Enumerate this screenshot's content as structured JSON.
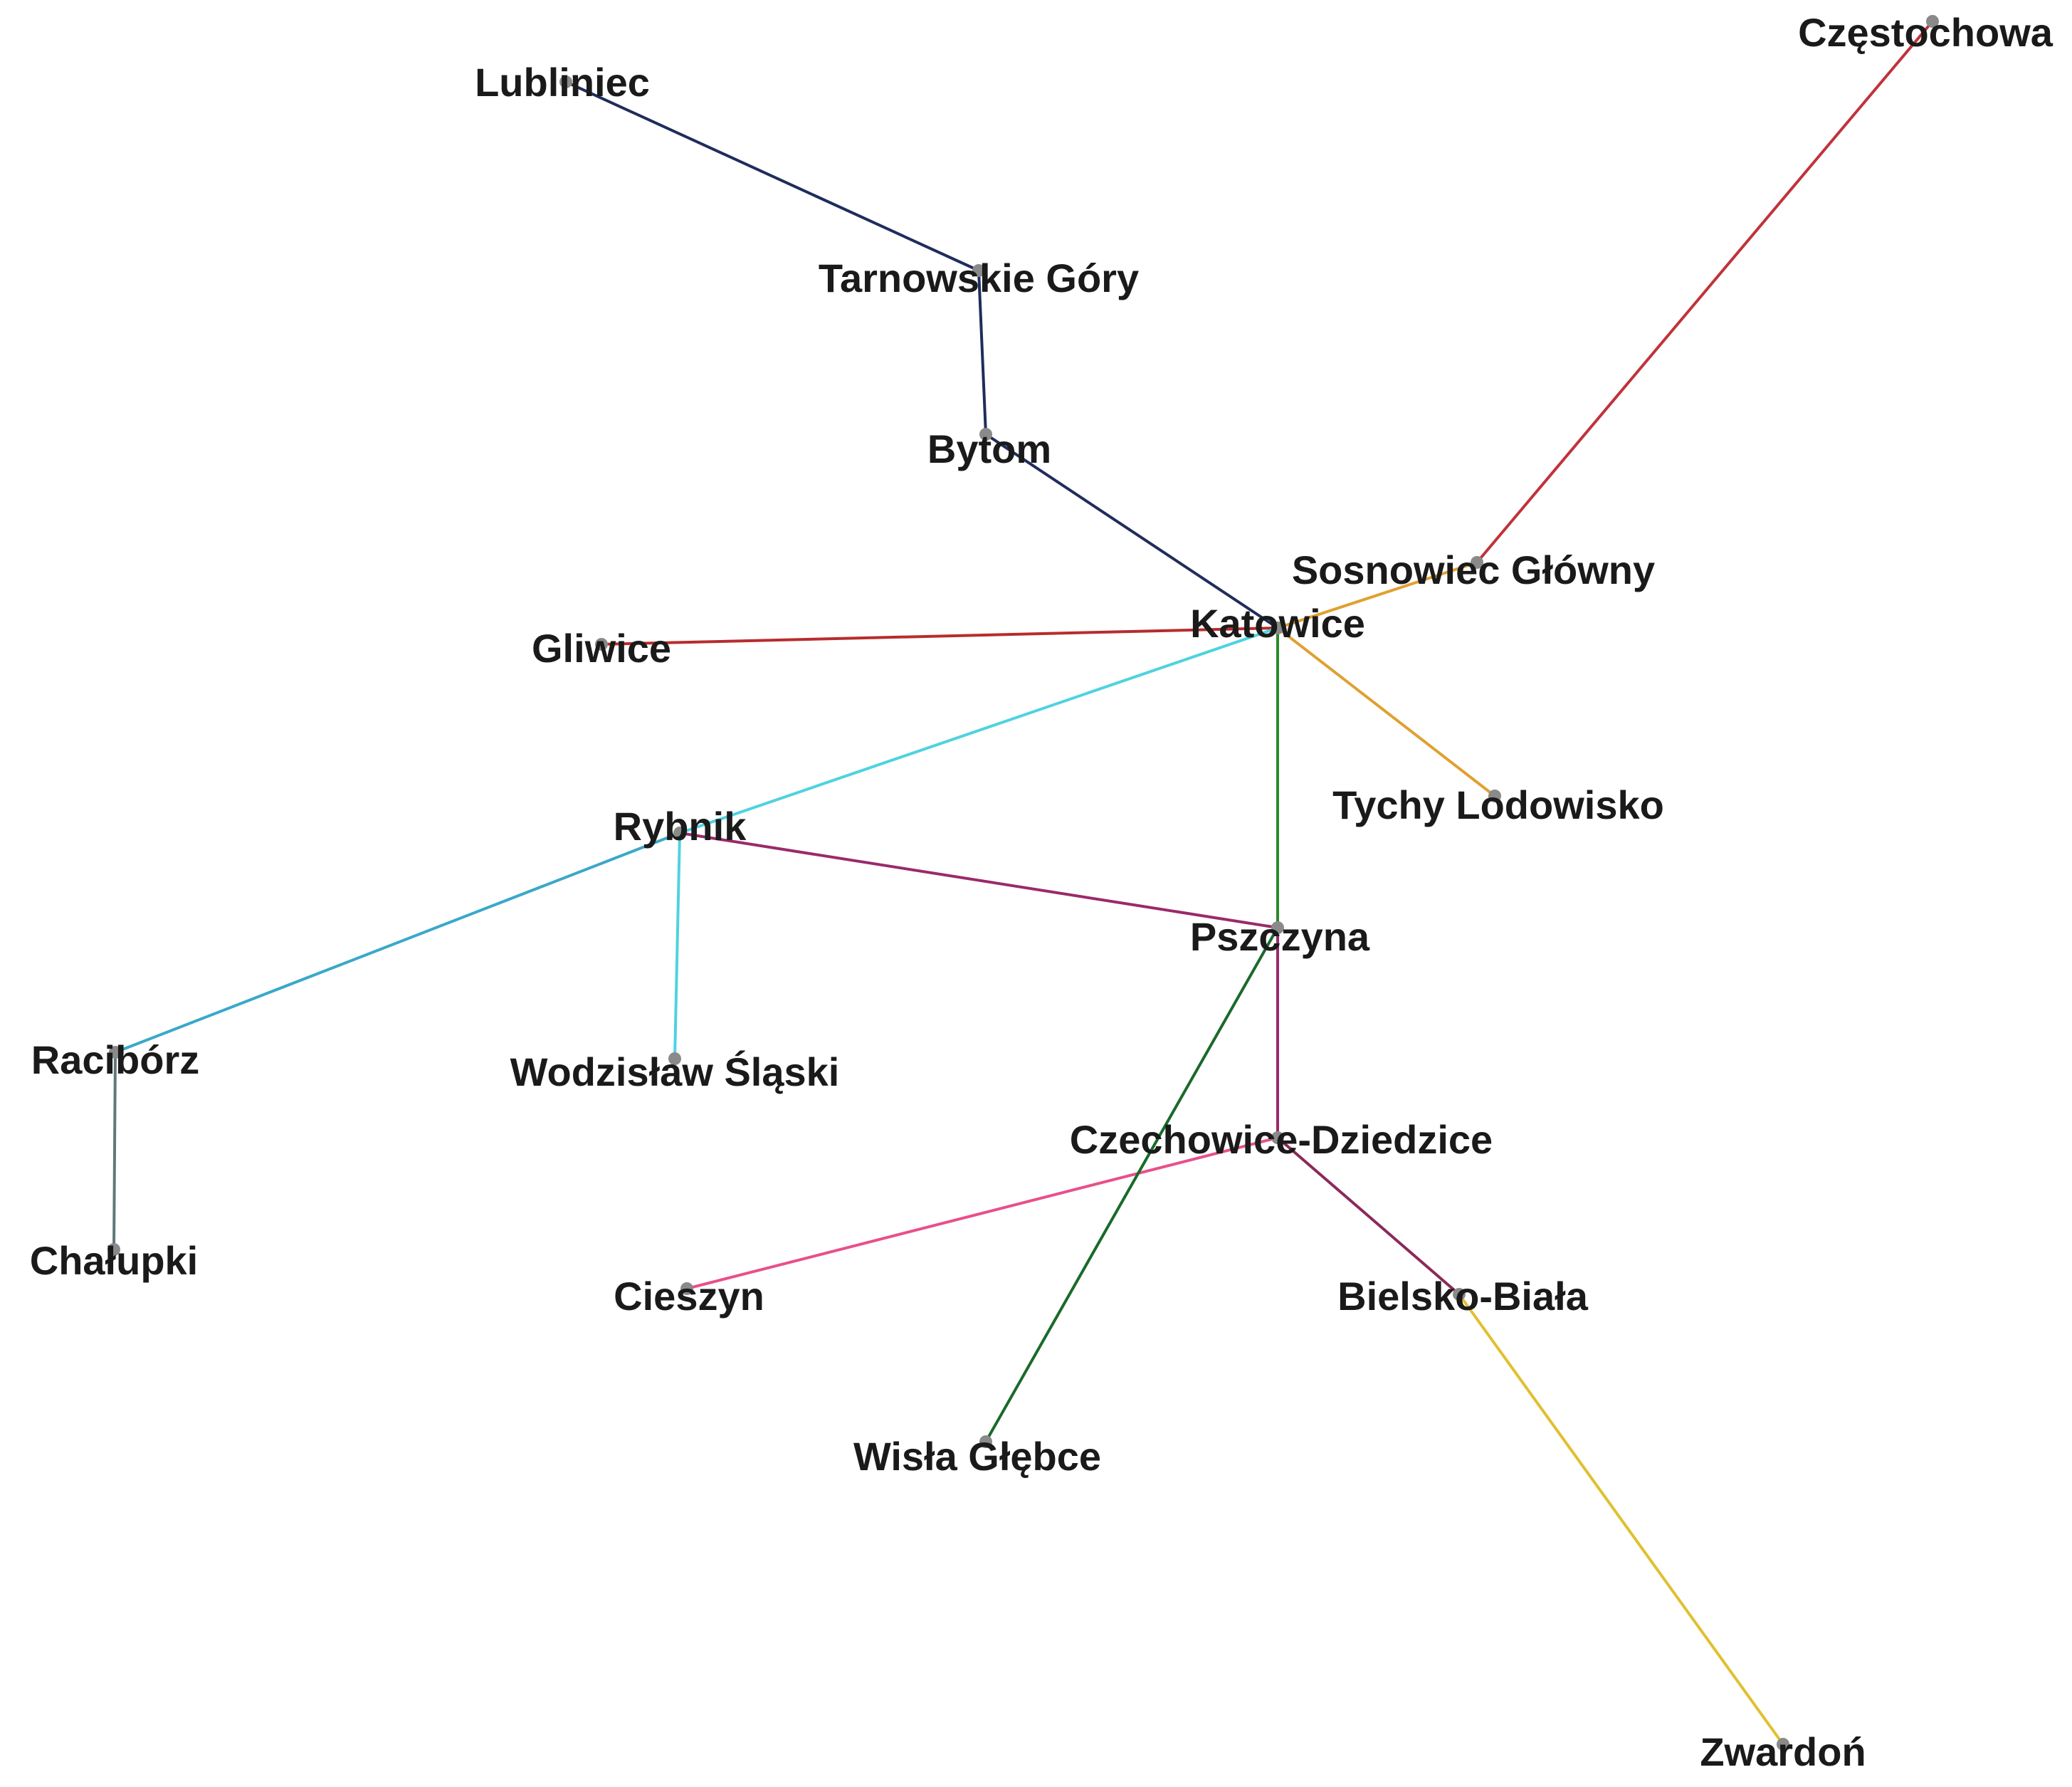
{
  "stations": [
    {
      "id": "lubliniec",
      "label": "Lubliniec"
    },
    {
      "id": "tarnowskie-gory",
      "label": "Tarnowskie Góry"
    },
    {
      "id": "bytom",
      "label": "Bytom"
    },
    {
      "id": "czestochowa",
      "label": "Częstochowa"
    },
    {
      "id": "sosnowiec-glowny",
      "label": "Sosnowiec Główny"
    },
    {
      "id": "katowice",
      "label": "Katowice"
    },
    {
      "id": "gliwice",
      "label": "Gliwice"
    },
    {
      "id": "tychy-lodowisko",
      "label": "Tychy Lodowisko"
    },
    {
      "id": "rybnik",
      "label": "Rybnik"
    },
    {
      "id": "pszczyna",
      "label": "Pszczyna"
    },
    {
      "id": "raciborz",
      "label": "Racibórz"
    },
    {
      "id": "wodzislaw-slaski",
      "label": "Wodzisław Śląski"
    },
    {
      "id": "czechowice-dziedzice",
      "label": "Czechowice-Dziedzice"
    },
    {
      "id": "chalupki",
      "label": "Chałupki"
    },
    {
      "id": "cieszyn",
      "label": "Cieszyn"
    },
    {
      "id": "bielsko-biala",
      "label": "Bielsko-Biała"
    },
    {
      "id": "wisla-glebce",
      "label": "Wisła Głębce"
    },
    {
      "id": "zwardon",
      "label": "Zwardoń"
    }
  ],
  "connections": [
    {
      "from": "lubliniec",
      "to": "tarnowskie-gory",
      "color": "#1f2d5c"
    },
    {
      "from": "tarnowskie-gory",
      "to": "bytom",
      "color": "#1f2d5c"
    },
    {
      "from": "bytom",
      "to": "katowice",
      "color": "#1f2d5c"
    },
    {
      "from": "czestochowa",
      "to": "sosnowiec-glowny",
      "color": "#c0333a"
    },
    {
      "from": "sosnowiec-glowny",
      "to": "katowice",
      "color": "#e0a030"
    },
    {
      "from": "gliwice",
      "to": "katowice",
      "color": "#b82c2c"
    },
    {
      "from": "katowice",
      "to": "tychy-lodowisko",
      "color": "#e0a030"
    },
    {
      "from": "katowice",
      "to": "pszczyna",
      "color": "#2a8a2a"
    },
    {
      "from": "katowice",
      "to": "rybnik",
      "color": "#4fd2e0"
    },
    {
      "from": "rybnik",
      "to": "raciborz",
      "color": "#3aa8c8"
    },
    {
      "from": "rybnik",
      "to": "wodzislaw-slaski",
      "color": "#4fd2e0"
    },
    {
      "from": "rybnik",
      "to": "pszczyna",
      "color": "#9a2a6a"
    },
    {
      "from": "pszczyna",
      "to": "czechowice-dziedzice",
      "color": "#9a2a6a"
    },
    {
      "from": "czechowice-dziedzice",
      "to": "bielsko-biala",
      "color": "#8a2a5a"
    },
    {
      "from": "czechowice-dziedzice",
      "to": "cieszyn",
      "color": "#e8508a"
    },
    {
      "from": "pszczyna",
      "to": "wisla-glebce",
      "color": "#1a6a2a"
    },
    {
      "from": "raciborz",
      "to": "chalupki",
      "color": "#607878"
    },
    {
      "from": "bielsko-biala",
      "to": "zwardon",
      "color": "#e0c030"
    }
  ]
}
